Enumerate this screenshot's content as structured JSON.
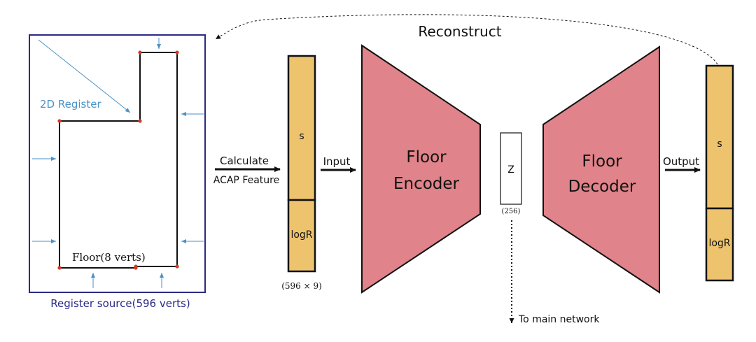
{
  "diagram": {
    "reconstruct_label": "Reconstruct",
    "register_panel": {
      "register_label": "2D Register",
      "floor_label": "Floor(8 verts)",
      "source_label": "Register source(596 verts)"
    },
    "feature_step": {
      "calculate_label": "Calculate",
      "feature_label": "ACAP Feature"
    },
    "input_bar": {
      "s_label": "s",
      "logr_label": "logR",
      "size_label": "(596 × 9)"
    },
    "input_label": "Input",
    "encoder": {
      "line1": "Floor",
      "line2": "Encoder"
    },
    "latent": {
      "label": "Z",
      "size_label": "(256)"
    },
    "main_network_label": "To main network",
    "decoder": {
      "line1": "Floor",
      "line2": "Decoder"
    },
    "output_label": "Output",
    "output_bar": {
      "s_label": "s",
      "logr_label": "logR"
    },
    "colors": {
      "panel_border": "#2a2a86",
      "register_blue": "#4a92c6",
      "bar_fill": "#eec36d",
      "network_fill": "#e0838a",
      "vertex_red": "#d23a2a",
      "ink": "#111111"
    }
  }
}
